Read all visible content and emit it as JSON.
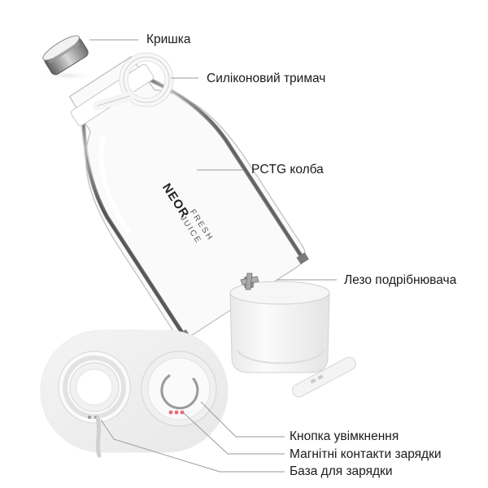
{
  "labels": {
    "lid": "Кришка",
    "holder": "Силіконовий тримач",
    "flask": "PCTG колба",
    "blade": "Лезо подрібнювача",
    "button": "Кнопка увімкнення",
    "contacts": "Магнітні контакти зарядки",
    "base": "База для зарядки"
  },
  "bottle_print": {
    "brand": "NEOR",
    "line1": "FRESH",
    "line2": "JUICE"
  },
  "colors": {
    "line": "#9a9a9a",
    "text": "#1a1a1a",
    "body": "#f7f7f7",
    "metal": "#8c8c8c",
    "accent_led": "#e86a7a"
  }
}
